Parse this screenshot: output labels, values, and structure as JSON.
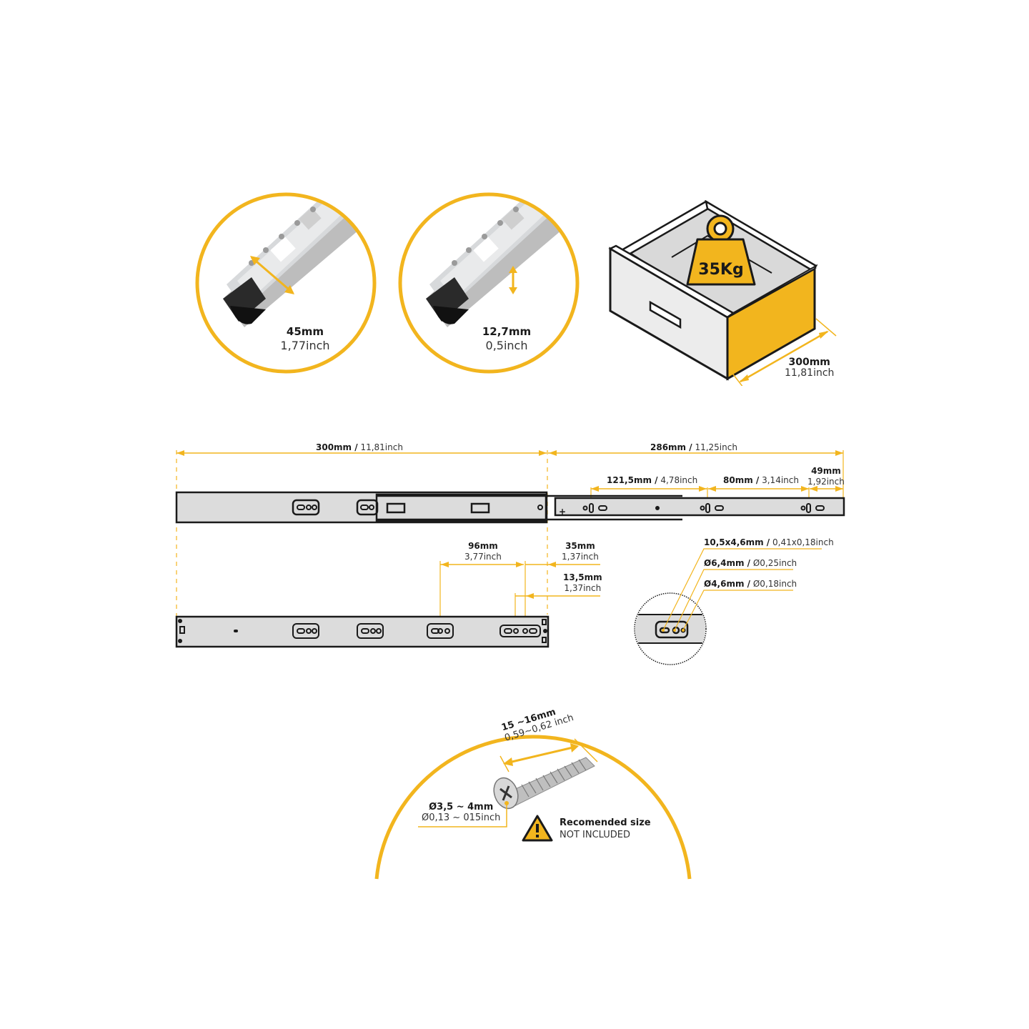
{
  "colors": {
    "accent": "#f2b51e",
    "line": "#1a1a1a",
    "rail": "#dcdcdc",
    "drawer_face": "#ececec"
  },
  "closeups": [
    {
      "id": "width",
      "mm": "45mm",
      "inch": "1,77inch"
    },
    {
      "id": "thickness",
      "mm": "12,7mm",
      "inch": "0,5inch"
    }
  ],
  "drawer": {
    "load": "35Kg",
    "depth_mm": "300mm",
    "depth_inch": "11,81inch"
  },
  "rail_dimensions": {
    "closed_length": {
      "mm": "300mm /",
      "inch": "11,81inch"
    },
    "extension": {
      "mm": "286mm /",
      "inch": "11,25inch"
    },
    "hole_spacing_1": {
      "mm": "121,5mm /",
      "inch": "4,78inch"
    },
    "hole_spacing_2": {
      "mm": "80mm /",
      "inch": "3,14inch"
    },
    "end_offset": {
      "mm": "49mm",
      "inch": "1,92inch"
    }
  },
  "cabinet_rail": {
    "spacing_96": {
      "mm": "96mm",
      "inch": "3,77inch"
    },
    "offset_35": {
      "mm": "35mm",
      "inch": "1,37inch"
    },
    "offset_13": {
      "mm": "13,5mm",
      "inch": "1,37inch"
    }
  },
  "holes": [
    {
      "mm": "10,5x4,6mm /",
      "inch": "0,41x0,18inch"
    },
    {
      "mm": "Ø6,4mm /",
      "inch": "Ø0,25inch"
    },
    {
      "mm": "Ø4,6mm /",
      "inch": "Ø0,18inch"
    }
  ],
  "screw": {
    "length_mm": "15 ~16mm",
    "length_inch": "0,59~0,62 inch",
    "diameter_mm": "Ø3,5 ~ 4mm",
    "diameter_inch": "Ø0,13 ~ 015inch",
    "notice_title": "Recomended size",
    "notice_sub": "NOT INCLUDED",
    "icon": "warning-icon"
  }
}
